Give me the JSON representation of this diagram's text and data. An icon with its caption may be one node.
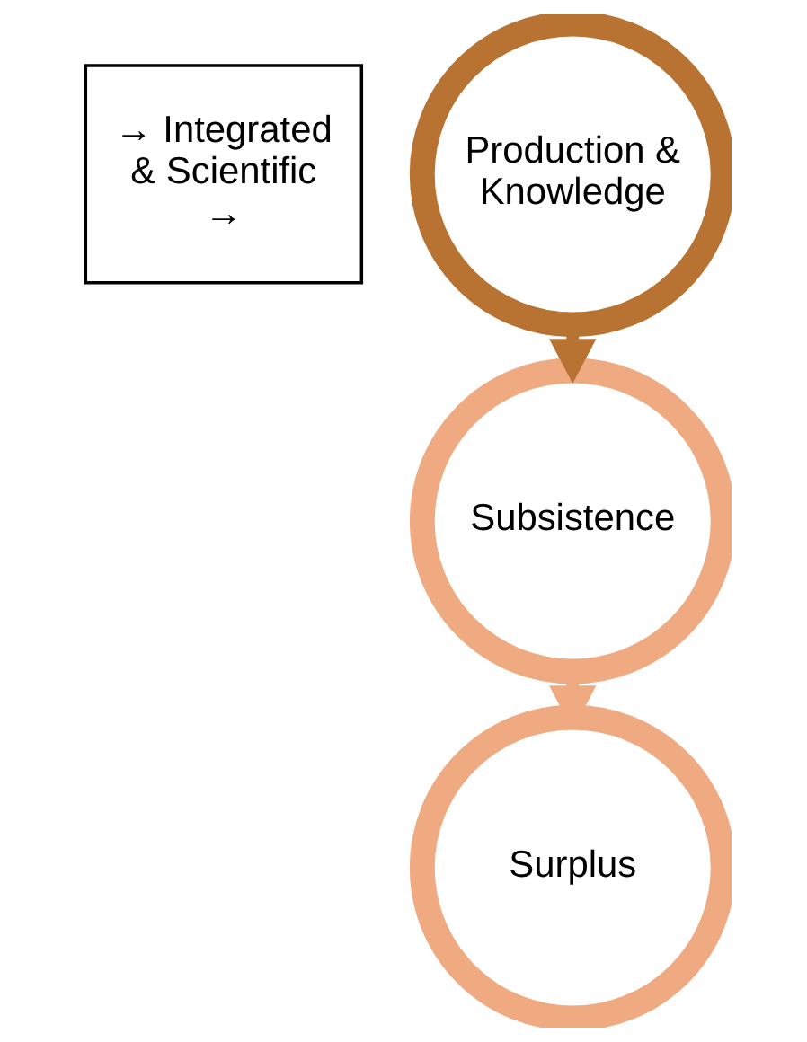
{
  "diagram": {
    "nodes": [
      {
        "text": [
          "→ Integrated & Scientific →"
        ]
      },
      {
        "text": [
          "Production & Knowledge"
        ]
      },
      {
        "text": [
          "Subsistence"
        ]
      },
      {
        "text": [
          "Surplus"
        ]
      }
    ],
    "edges": [
      {
        "from": 1,
        "to": 2,
        "arrow": "to",
        "color": "#b87333"
      },
      {
        "from": 2,
        "to": 3,
        "arrow": "to",
        "color": "#f0aa82"
      }
    ]
  }
}
